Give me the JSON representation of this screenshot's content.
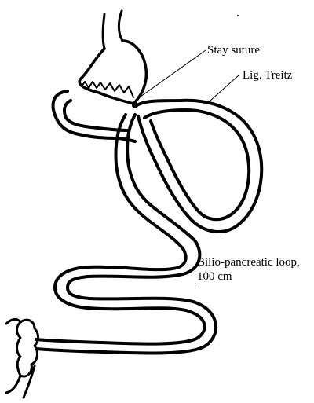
{
  "labels": {
    "stay_suture": "Stay suture",
    "lig_treitz": "Lig. Treitz",
    "loop_line1": "Bilio-pancreatic loop,",
    "loop_line2": "100 cm"
  },
  "colors": {
    "ink": "#000000",
    "background": "#ffffff"
  }
}
